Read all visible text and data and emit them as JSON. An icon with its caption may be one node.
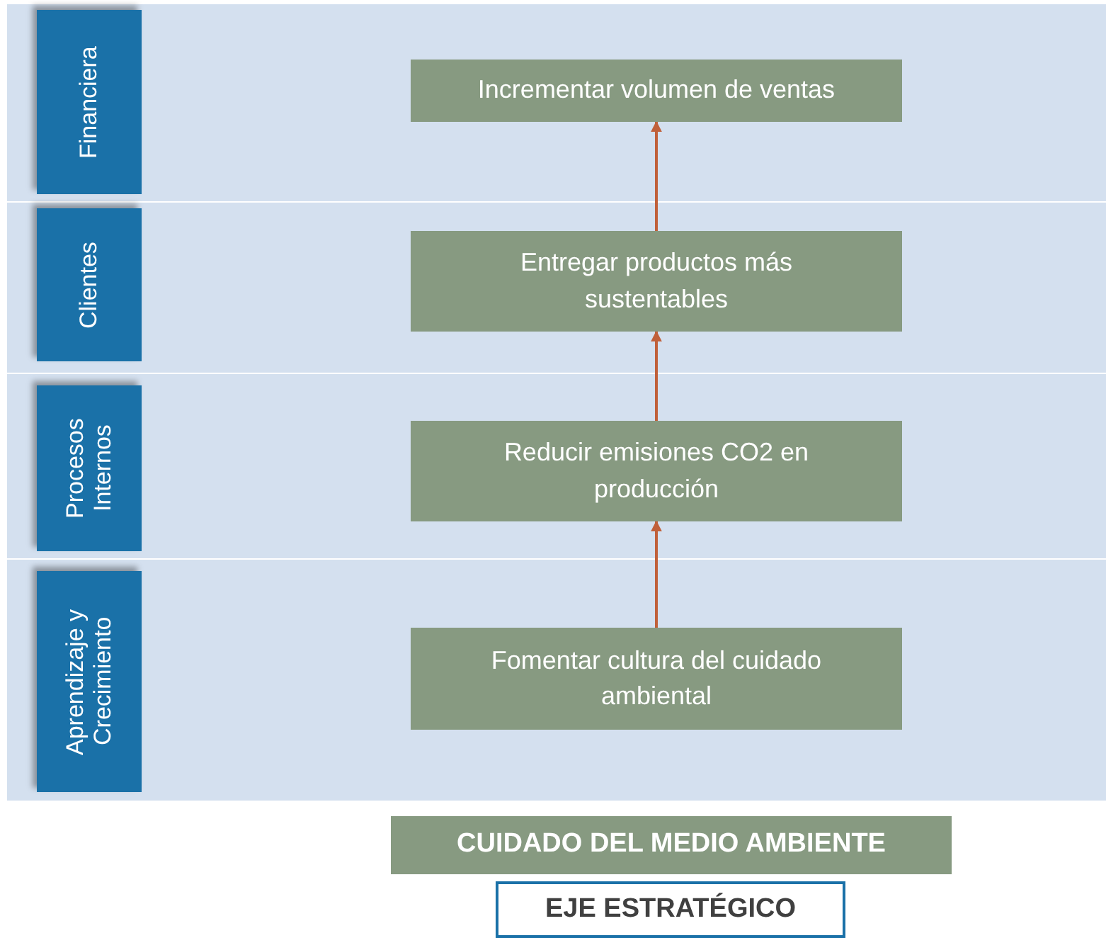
{
  "diagram": {
    "nodes": [
      {
        "text": [
          "Financiera"
        ]
      },
      {
        "text": [
          "Incrementar volumen de ventas"
        ],
        "in": 0
      },
      {
        "text": [
          "Clientes"
        ]
      },
      {
        "text": [
          "Entregar productos más sustentables"
        ],
        "in": 2
      },
      {
        "text": [
          "Procesos Internos"
        ]
      },
      {
        "text": [
          "Reducir emisiones CO2 en producción"
        ],
        "in": 4
      },
      {
        "text": [
          "Aprendizaje y Crecimiento"
        ]
      },
      {
        "text": [
          "Fomentar cultura del cuidado ambiental"
        ],
        "in": 6
      },
      {
        "text": [
          "CUIDADO DEL MEDIO AMBIENTE"
        ]
      },
      {
        "text": [
          "EJE ESTRATÉGICO"
        ]
      }
    ],
    "edges": [
      {
        "from": 7,
        "to": 5,
        "arrow": "to"
      },
      {
        "from": 5,
        "to": 3,
        "arrow": "to"
      },
      {
        "from": 3,
        "to": 1,
        "arrow": "to"
      }
    ]
  }
}
